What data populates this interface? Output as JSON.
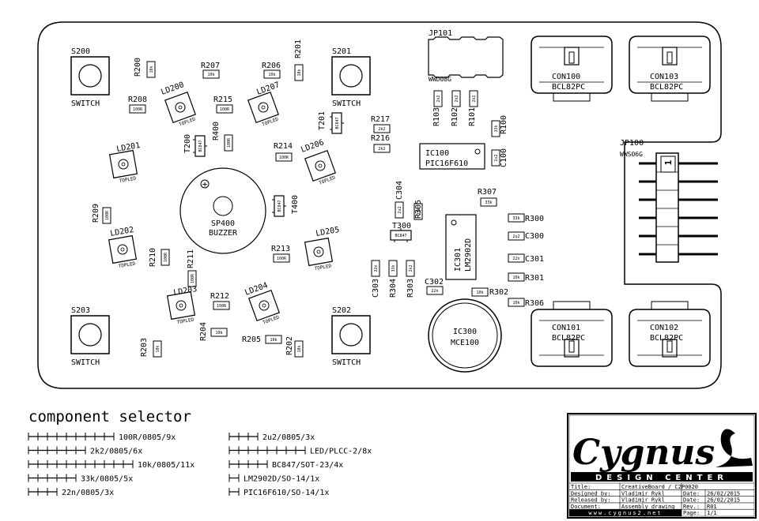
{
  "silk": {
    "switches": [
      {
        "id": "S200",
        "name": "SWITCH"
      },
      {
        "id": "S201",
        "name": "SWITCH"
      },
      {
        "id": "S202",
        "name": "SWITCH"
      },
      {
        "id": "S203",
        "name": "SWITCH"
      }
    ],
    "resistors": [
      {
        "id": "R200",
        "val": "10k"
      },
      {
        "id": "R207",
        "val": "10k"
      },
      {
        "id": "R206",
        "val": "10k"
      },
      {
        "id": "R201",
        "val": "10k"
      },
      {
        "id": "R208",
        "val": "100R"
      },
      {
        "id": "R215",
        "val": "100R"
      },
      {
        "id": "R400",
        "val": "100R"
      },
      {
        "id": "R214",
        "val": "100R"
      },
      {
        "id": "R209",
        "val": "100R"
      },
      {
        "id": "R210",
        "val": "100R"
      },
      {
        "id": "R211",
        "val": "100R"
      },
      {
        "id": "R213",
        "val": "100R"
      },
      {
        "id": "R212",
        "val": "100R"
      },
      {
        "id": "R204",
        "val": "10k"
      },
      {
        "id": "R203",
        "val": "10k"
      },
      {
        "id": "R205",
        "val": "10k"
      },
      {
        "id": "R202",
        "val": "10k"
      },
      {
        "id": "R217",
        "val": "2k2"
      },
      {
        "id": "R216",
        "val": "2k2"
      },
      {
        "id": "R103",
        "val": "2k2"
      },
      {
        "id": "R102",
        "val": "2k2"
      },
      {
        "id": "R101",
        "val": "2k2"
      },
      {
        "id": "R100",
        "val": "33k"
      },
      {
        "id": "R305",
        "val": "33k"
      },
      {
        "id": "R307",
        "val": "33k"
      },
      {
        "id": "R300",
        "val": "33k"
      },
      {
        "id": "R304",
        "val": "33k"
      },
      {
        "id": "R303",
        "val": "2k2"
      },
      {
        "id": "R301",
        "val": "10k"
      },
      {
        "id": "R302",
        "val": "10k"
      },
      {
        "id": "R306",
        "val": "10k"
      }
    ],
    "capacitors": [
      {
        "id": "C100",
        "val": "2u2"
      },
      {
        "id": "C304",
        "val": "2u2"
      },
      {
        "id": "C300",
        "val": "2u2"
      },
      {
        "id": "C301",
        "val": "22n"
      },
      {
        "id": "C303",
        "val": "22n"
      },
      {
        "id": "C302",
        "val": "22n"
      }
    ],
    "leds": [
      {
        "id": "LD200",
        "pkg": "TOPLED"
      },
      {
        "id": "LD207",
        "pkg": "TOPLED"
      },
      {
        "id": "LD201",
        "pkg": "TOPLED"
      },
      {
        "id": "LD206",
        "pkg": "TOPLED"
      },
      {
        "id": "LD202",
        "pkg": "TOPLED"
      },
      {
        "id": "LD205",
        "pkg": "TOPLED"
      },
      {
        "id": "LD203",
        "pkg": "TOPLED"
      },
      {
        "id": "LD204",
        "pkg": "TOPLED"
      }
    ],
    "transistors": [
      {
        "id": "T201",
        "pkg": "BC847"
      },
      {
        "id": "T200",
        "pkg": "BC847"
      },
      {
        "id": "T400",
        "pkg": "BC847"
      },
      {
        "id": "T300",
        "pkg": "BC847"
      }
    ],
    "buzzer": {
      "id": "SP400",
      "name": "BUZZER",
      "plus": "+"
    },
    "jp101": {
      "id": "JP101",
      "name": "WWD08G"
    },
    "jp100": {
      "id": "JP100",
      "name": "WWS06G",
      "pin1": "1"
    },
    "ic100": {
      "id": "IC100",
      "name": "PIC16F610"
    },
    "ic301": {
      "id": "IC301",
      "name": "LM2902D"
    },
    "ic300": {
      "id": "IC300",
      "name": "MCE100"
    },
    "connectors": [
      {
        "id": "CON100",
        "name": "BCL82PC"
      },
      {
        "id": "CON103",
        "name": "BCL82PC"
      },
      {
        "id": "CON101",
        "name": "BCL82PC"
      },
      {
        "id": "CON102",
        "name": "BCL82PC"
      }
    ]
  },
  "selector": {
    "title": "component selector",
    "left": [
      {
        "label": "100R/0805/9x",
        "count": 9
      },
      {
        "label": "2k2/0805/6x",
        "count": 6
      },
      {
        "label": "10k/0805/11x",
        "count": 11
      },
      {
        "label": "33k/0805/5x",
        "count": 5
      },
      {
        "label": "22n/0805/3x",
        "count": 3
      }
    ],
    "right": [
      {
        "label": "2u2/0805/3x",
        "count": 3
      },
      {
        "label": "LED/PLCC-2/8x",
        "count": 8
      },
      {
        "label": "BC847/SOT-23/4x",
        "count": 4
      },
      {
        "label": "LM2902D/SO-14/1x",
        "count": 1
      },
      {
        "label": "PIC16F610/SO-14/1x",
        "count": 1
      }
    ]
  },
  "titleblock": {
    "logo": "Cygnus",
    "subtitle": "DESIGN CENTER",
    "rows": [
      {
        "k": "Title:",
        "v": "CreativeBoard / C2P0020",
        "k2": "",
        "v2": ""
      },
      {
        "k": "Designed by:",
        "v": "Vladimir Rykl",
        "k2": "Date:",
        "v2": "26/02/2015"
      },
      {
        "k": "Released by:",
        "v": "Vladimir Rykl",
        "k2": "Date:",
        "v2": "26/02/2015"
      },
      {
        "k": "Document:",
        "v": "Assembly drawing",
        "k2": "Rev.:",
        "v2": "R01"
      },
      {
        "k": "",
        "v": "www.cygnus2.net",
        "k2": "Page:",
        "v2": "1/1"
      }
    ]
  }
}
